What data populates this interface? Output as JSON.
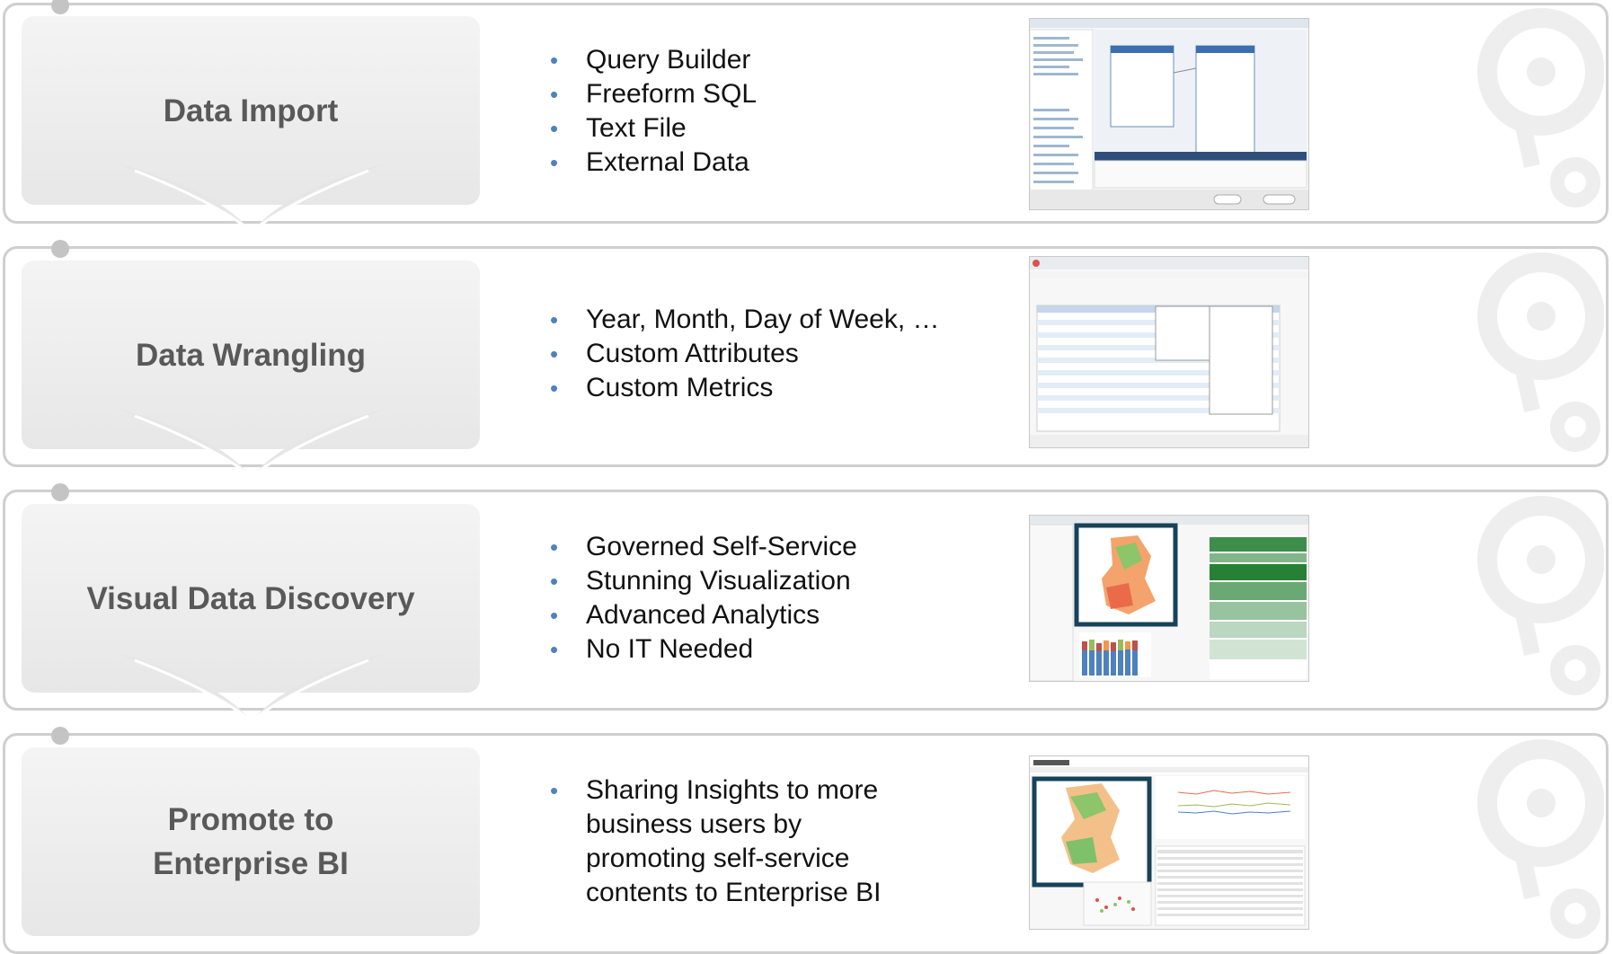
{
  "steps": [
    {
      "title": "Data Import",
      "bullets": [
        "Query Builder",
        "Freeform SQL",
        "Text File",
        "External Data"
      ]
    },
    {
      "title": "Data Wrangling",
      "bullets": [
        "Year, Month, Day of Week, …",
        "Custom Attributes",
        "Custom Metrics"
      ]
    },
    {
      "title": "Visual Data Discovery",
      "bullets": [
        "Governed Self-Service",
        "Stunning Visualization",
        "Advanced Analytics",
        "No IT Needed"
      ]
    },
    {
      "title_lines": [
        "Promote to",
        "Enterprise BI"
      ],
      "bullets": [
        "Sharing Insights to more",
        "business users by",
        "promoting self-service",
        "contents to Enterprise BI"
      ]
    }
  ],
  "colors": {
    "bullet": "#4f81bd",
    "label_text": "#595959",
    "frame": "#cfcfcf",
    "highlight": "#17435a"
  }
}
